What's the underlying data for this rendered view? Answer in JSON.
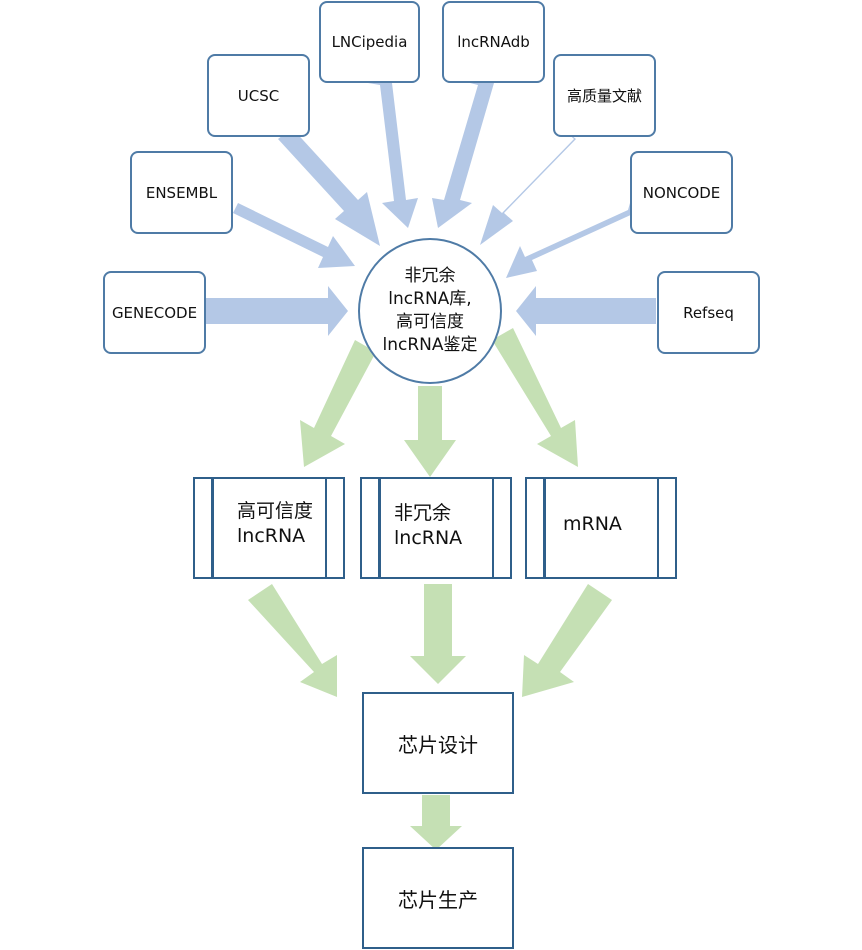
{
  "sources": {
    "genecode": "GENECODE",
    "ensembl": "ENSEMBL",
    "ucsc": "UCSC",
    "lncipedia": "LNCipedia",
    "lncrnadb": "lncRNAdb",
    "literature": "高质量文献",
    "noncode": "NONCODE",
    "refseq": "Refseq"
  },
  "center": {
    "label": "非冗余\nlncRNA库,\n高可信度\nlncRNA鉴定"
  },
  "outputs": {
    "high_confidence": "高可信度\nlncRNA",
    "non_redundant": "非冗余\nlncRNA",
    "mrna": "mRNA"
  },
  "chip_design": "芯片设计",
  "chip_production": "芯片生产",
  "colors": {
    "blue_arrow": "#b4c8e6",
    "green_arrow": "#c5e0b4",
    "border": "#4f7ba6"
  }
}
